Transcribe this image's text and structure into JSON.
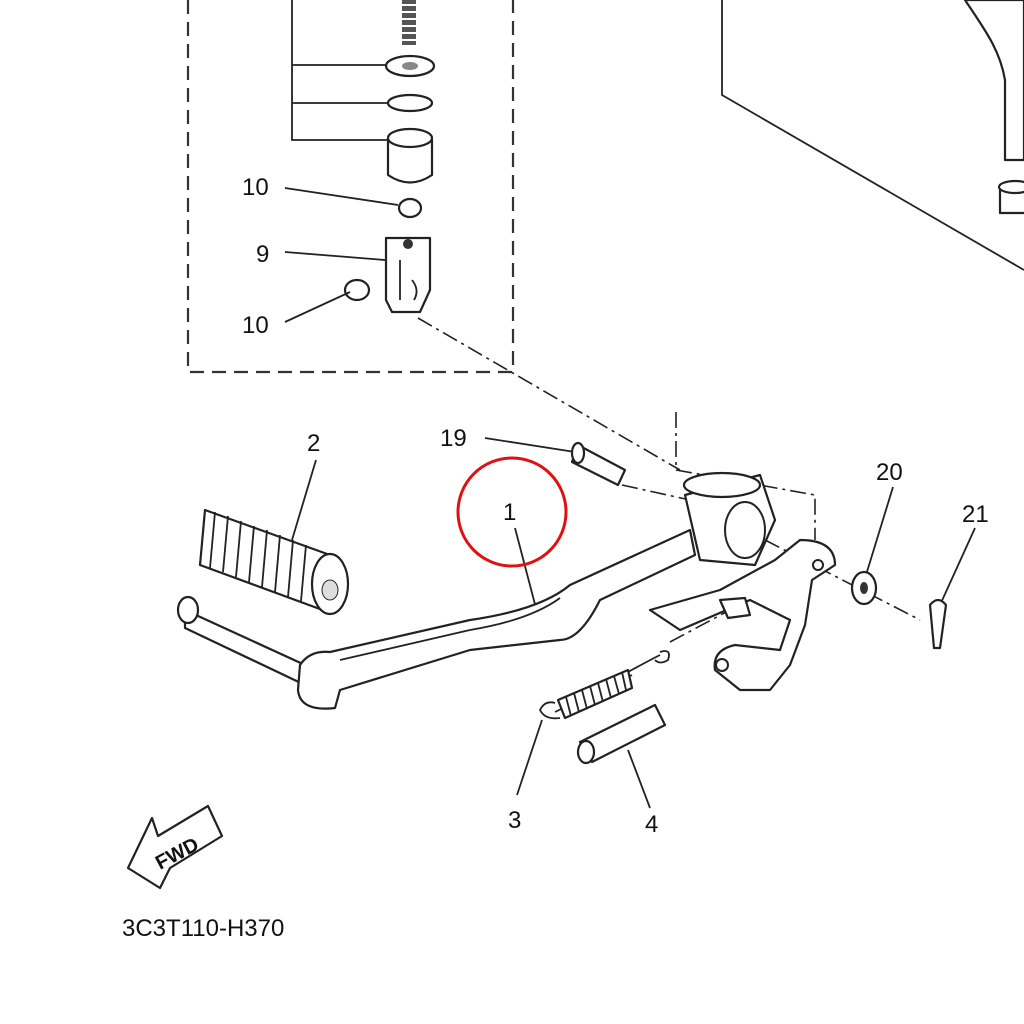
{
  "diagram": {
    "code": "3C3T110-H370",
    "fwd_label": "FWD",
    "highlight_color": "#e01010",
    "callouts": {
      "p10a": "10",
      "p9": "9",
      "p10b": "10",
      "p19": "19",
      "p2": "2",
      "p1": "1",
      "p20": "20",
      "p21": "21",
      "p3": "3",
      "p4": "4"
    }
  }
}
